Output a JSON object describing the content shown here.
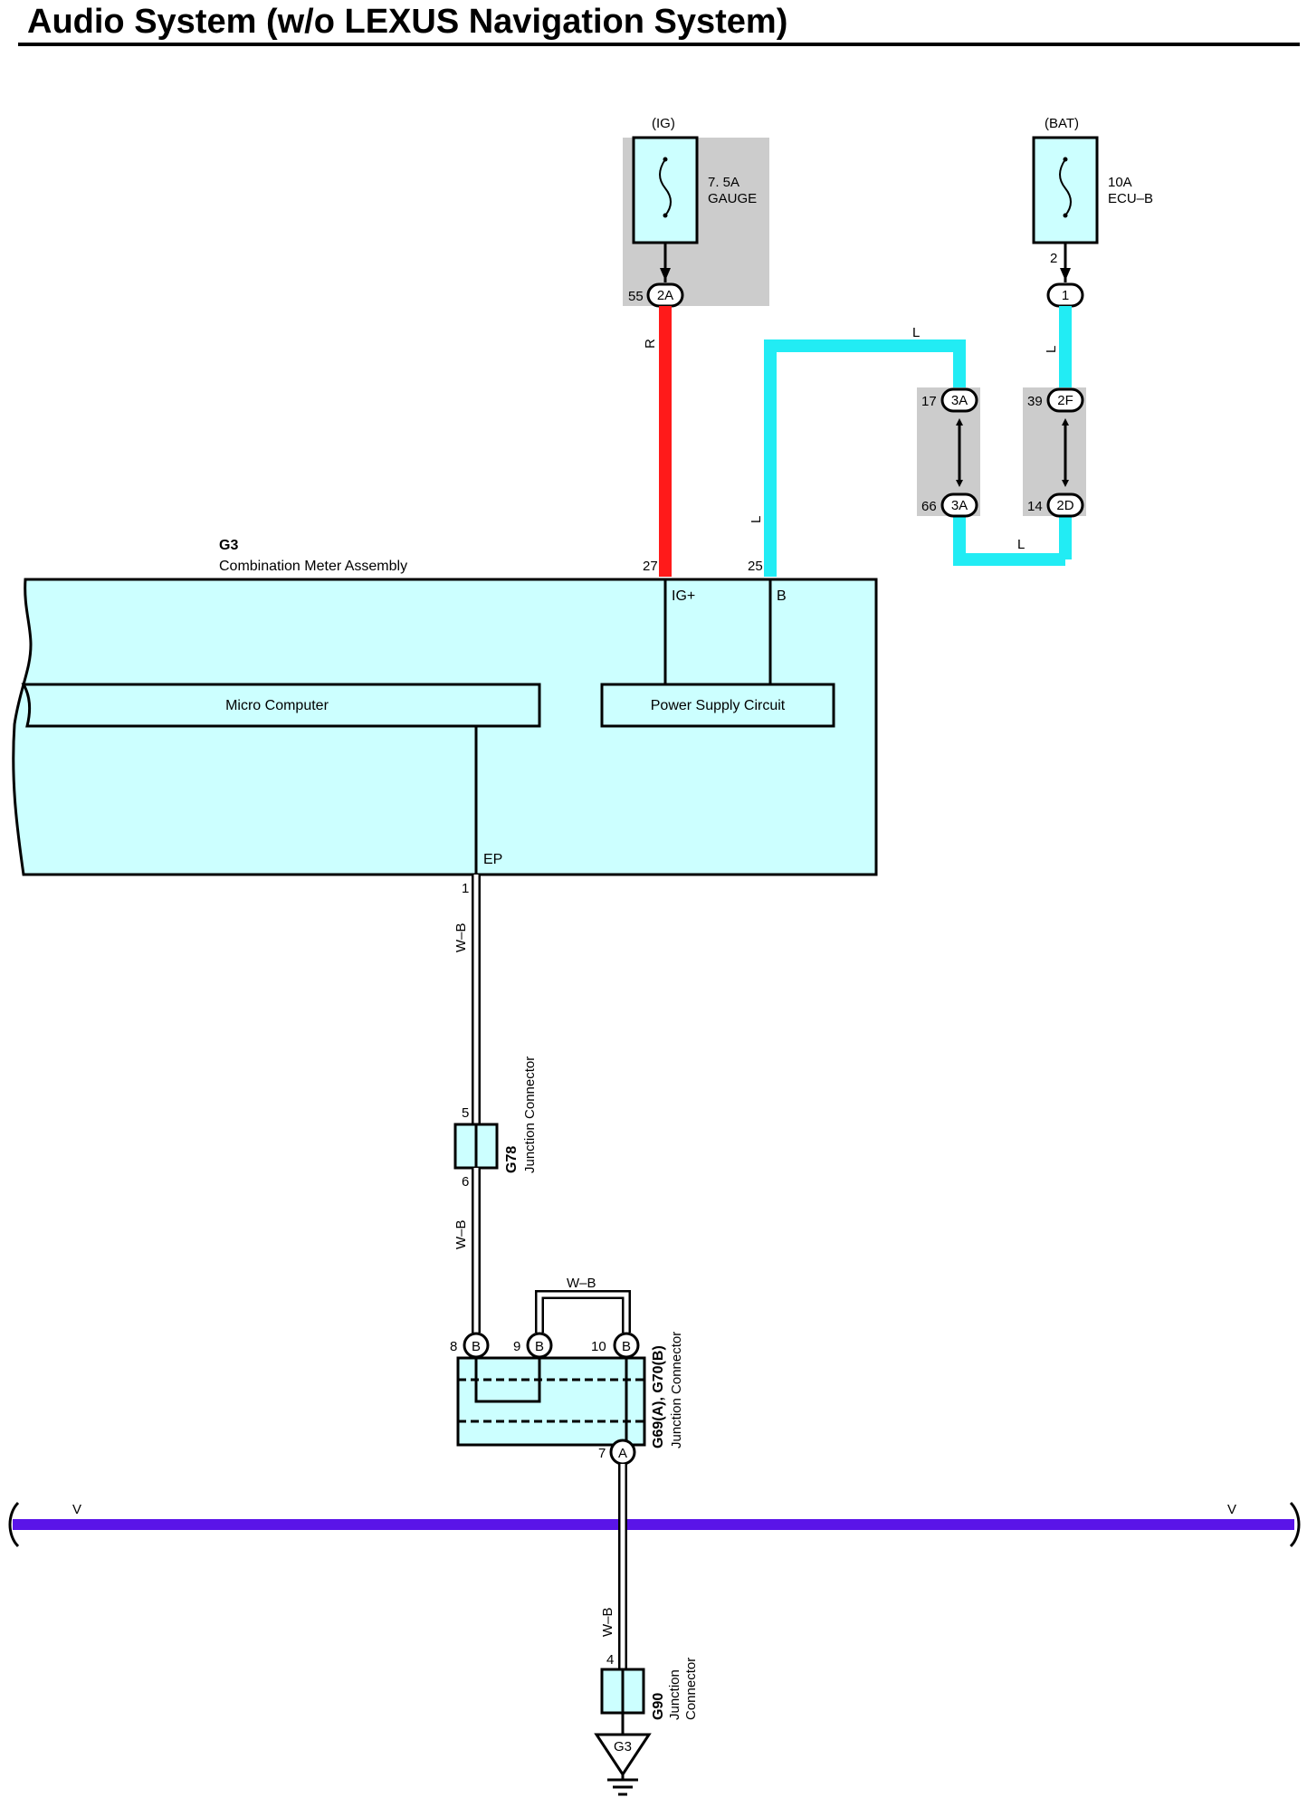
{
  "title": "Audio System (w/o LEXUS Navigation System)",
  "colors": {
    "wire_red": "#ff1a1a",
    "wire_cyan": "#22ecf4",
    "wire_violet": "#5a14e8",
    "component_fill": "#ccffff",
    "junction_block": "#cccccc",
    "wire_white_black": "#ffffff"
  },
  "fuse_ig": {
    "source": "(IG)",
    "rating": "7. 5A",
    "name": "GAUGE",
    "pin": "55",
    "conn": "2A"
  },
  "fuse_bat": {
    "source": "(BAT)",
    "rating": "10A",
    "name": "ECU–B",
    "pin": "2",
    "conn": "1"
  },
  "conn_3a": {
    "pin_top": "17",
    "conn_top": "3A",
    "pin_bot": "66",
    "conn_bot": "3A"
  },
  "conn_2f2d": {
    "pin_top": "39",
    "conn_top": "2F",
    "pin_bot": "14",
    "conn_bot": "2D"
  },
  "wires": {
    "red": "R",
    "blue": "L",
    "white_black": "W–B",
    "violet": "V"
  },
  "meter": {
    "code": "G3",
    "name": "Combination Meter Assembly",
    "pin_ig": "27",
    "pin_b": "25",
    "term_ig": "IG+",
    "term_b": "B",
    "micro": "Micro Computer",
    "power": "Power Supply Circuit",
    "term_ep": "EP",
    "pin_ep": "1"
  },
  "g78": {
    "code": "G78",
    "name": "Junction Connector",
    "pin_in": "5",
    "pin_out": "6"
  },
  "g69": {
    "code": "G69(A), G70(B)",
    "name": "Junction Connector",
    "pin8": "8",
    "pin9": "9",
    "pin10": "10",
    "pin7": "7",
    "conn_b": "B",
    "conn_a": "A"
  },
  "g90": {
    "code": "G90",
    "name1": "Junction",
    "name2": "Connector",
    "pin": "4"
  },
  "ground": {
    "code": "G3"
  }
}
